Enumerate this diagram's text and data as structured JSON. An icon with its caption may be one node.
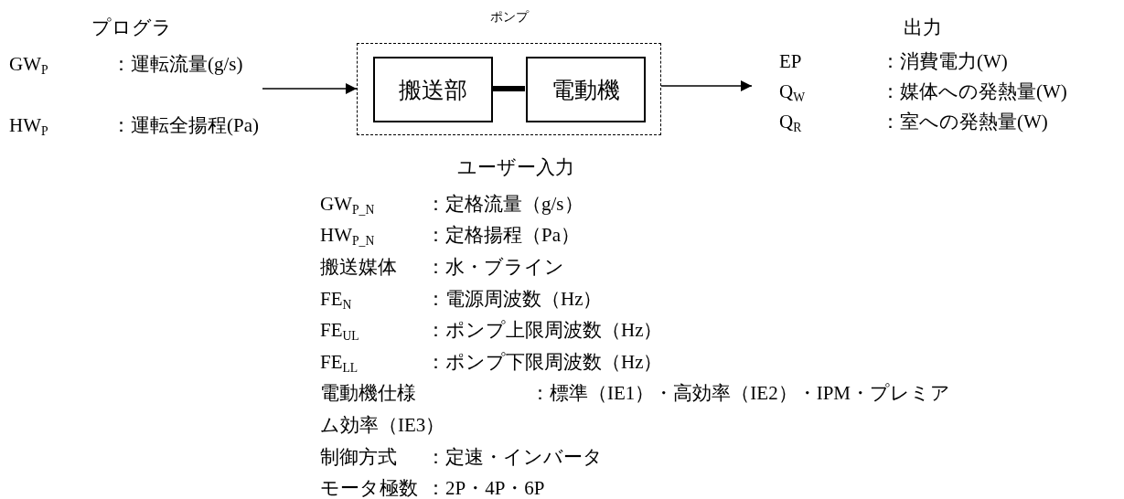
{
  "diagram": {
    "nodes": [
      {
        "text": [
          "ポンプ"
        ]
      },
      {
        "text": [
          "搬送部"
        ],
        "in": 0
      },
      {
        "text": [
          "電動機"
        ],
        "in": 0
      }
    ],
    "edges": [
      {
        "from": null,
        "to": 0,
        "arrow": "to"
      },
      {
        "from": 0,
        "to": null,
        "arrow": "to"
      },
      {
        "from": 1,
        "to": 2,
        "arrow": "none",
        "style": "thick"
      }
    ],
    "labels": [
      "プログラ",
      "GW$_{P}$",
      "：運転流量(g/s)",
      "HW$_{P}$",
      "：運転全揚程(Pa)",
      "出力",
      "EP",
      "：消費電力(W)",
      "Q$_{W}$",
      "：媒体への発熱量(W)",
      "Q$_{R}$",
      "：室への発熱量(W)",
      "ユーザー入力",
      "GW$_{P_N}$",
      "：定格流量（g/s）",
      "HW$_{P_N}$",
      "：定格揚程（Pa）",
      "搬送媒体",
      "：水・ブライン",
      "FE$_{N}$",
      "：電源周波数（Hz）",
      "FE$_{UL}$",
      "：ポンプ上限周波数（Hz）",
      "FE$_{LL}$",
      "：ポンプ下限周波数（Hz）",
      "電動機仕様",
      "：標準（IE1）・高効率（IE2）・IPM・プレミアム効率（IE3）",
      "制御方式",
      "：定速・インバータ",
      "モータ極数",
      "：2P・4P・6P"
    ]
  }
}
